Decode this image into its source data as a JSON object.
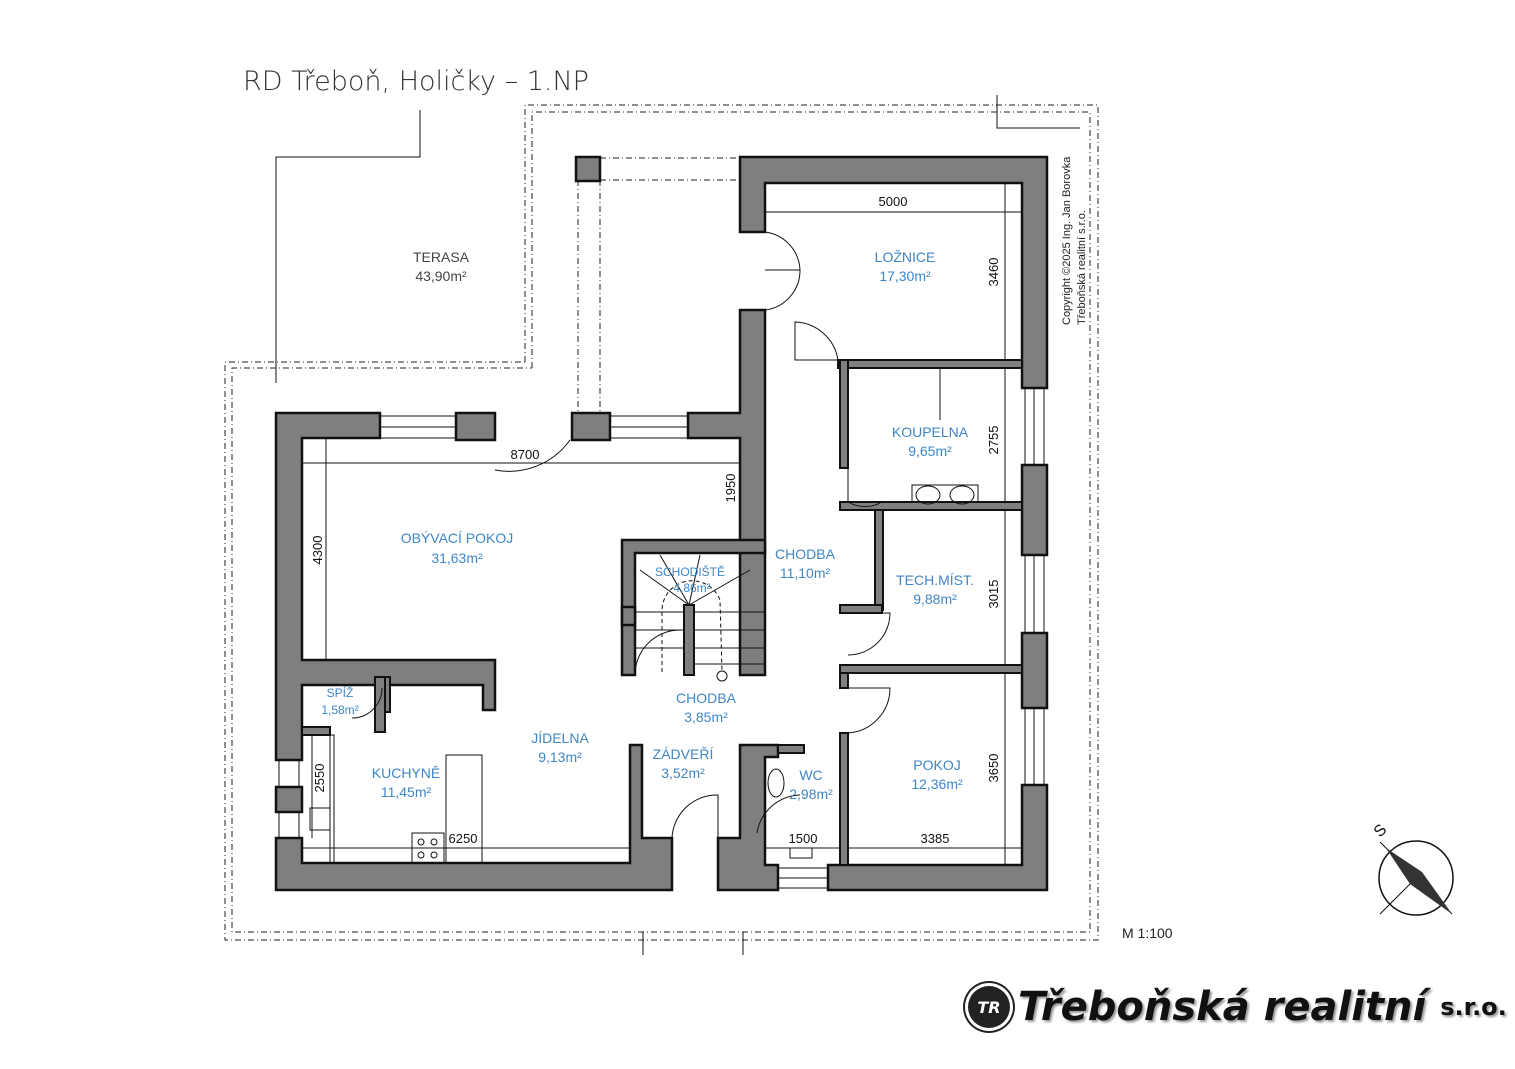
{
  "title": "RD Třeboň, Holičky – 1.NP",
  "rooms": [
    {
      "name": "TERASA",
      "area": "43,90m²"
    },
    {
      "name": "LOŽNICE",
      "area": "17,30m²"
    },
    {
      "name": "KOUPELNA",
      "area": "9,65m²"
    },
    {
      "name": "OBÝVACÍ POKOJ",
      "area": "31,63m²"
    },
    {
      "name": "SCHODIŠTĚ",
      "area": "4,86m²"
    },
    {
      "name": "CHODBA",
      "area": "11,10m²"
    },
    {
      "name": "TECH.MÍST.",
      "area": "9,88m²"
    },
    {
      "name": "SPÍŽ",
      "area": "1,58m²"
    },
    {
      "name": "CHODBA",
      "area": "3,85m²"
    },
    {
      "name": "JÍDELNA",
      "area": "9,13m²"
    },
    {
      "name": "ZÁDVEŘÍ",
      "area": "3,52m²"
    },
    {
      "name": "KUCHYNĚ",
      "area": "11,45m²"
    },
    {
      "name": "WC",
      "area": "2,98m²"
    },
    {
      "name": "POKOJ",
      "area": "12,36m²"
    }
  ],
  "dimensions": [
    "5000",
    "3460",
    "2755",
    "8700",
    "1950",
    "4300",
    "3015",
    "2550",
    "6250",
    "1500",
    "3385",
    "3650"
  ],
  "copyright": [
    "Copyright ©2025 Ing. Jan Borovka",
    "Třeboňská realitní s.r.o."
  ],
  "scale": "M 1:100",
  "compass_label": "S",
  "logo": {
    "mark": "TR",
    "name": "Třeboňská realitní",
    "suffix": "s.r.o."
  }
}
